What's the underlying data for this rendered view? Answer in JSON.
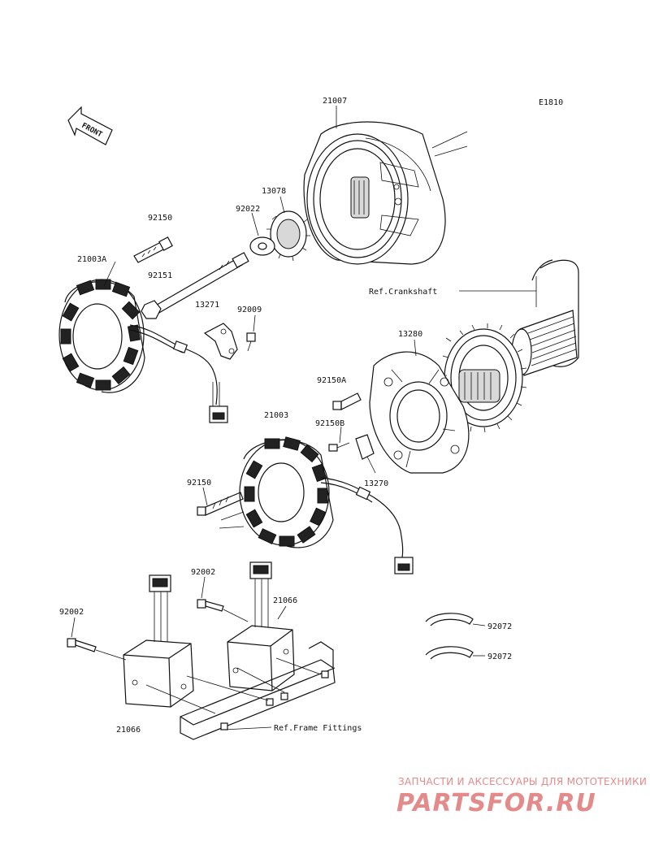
{
  "diagram": {
    "code": "E1810",
    "front_label": "FRONT",
    "callouts": [
      {
        "id": "21007",
        "label": "21007"
      },
      {
        "id": "13078",
        "label": "13078"
      },
      {
        "id": "92022",
        "label": "92022"
      },
      {
        "id": "92150-top",
        "label": "92150"
      },
      {
        "id": "21003A",
        "label": "21003A"
      },
      {
        "id": "92151",
        "label": "92151"
      },
      {
        "id": "13271",
        "label": "13271"
      },
      {
        "id": "92009",
        "label": "92009"
      },
      {
        "id": "ref-crankshaft",
        "label": "Ref.Crankshaft"
      },
      {
        "id": "13280",
        "label": "13280"
      },
      {
        "id": "92150A",
        "label": "92150A"
      },
      {
        "id": "21003",
        "label": "21003"
      },
      {
        "id": "92150B",
        "label": "92150B"
      },
      {
        "id": "13270",
        "label": "13270"
      },
      {
        "id": "92150-mid",
        "label": "92150"
      },
      {
        "id": "92002-right",
        "label": "92002"
      },
      {
        "id": "21066-right",
        "label": "21066"
      },
      {
        "id": "92002-left",
        "label": "92002"
      },
      {
        "id": "92072-a",
        "label": "92072"
      },
      {
        "id": "92072-b",
        "label": "92072"
      },
      {
        "id": "21066-left",
        "label": "21066"
      },
      {
        "id": "ref-frame",
        "label": "Ref.Frame Fittings"
      }
    ]
  },
  "watermark": {
    "tagline": "ЗАПЧАСТИ И АКСЕССУАРЫ ДЛЯ МОТОТЕХНИКИ",
    "brand": "PARTSFOR.RU"
  },
  "colors": {
    "line": "#111111",
    "watermark": "#e38a8a",
    "background": "#ffffff"
  }
}
